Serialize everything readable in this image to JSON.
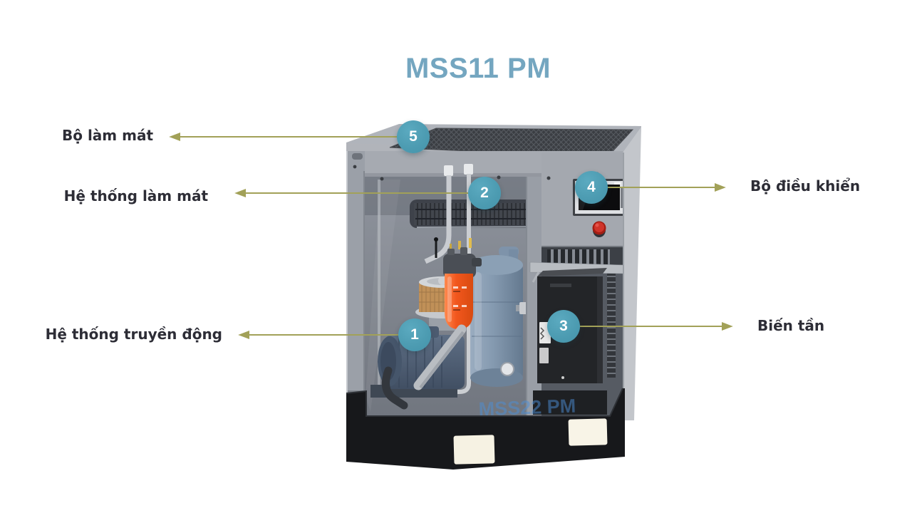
{
  "page": {
    "title": "MSS11 PM",
    "background": "#FFFFFF"
  },
  "diagram": {
    "product_watermark": "MSS22 PM",
    "callouts": [
      {
        "number": "1",
        "label": "Hệ thống truyền động",
        "side": "left",
        "points_to": "drive-motor"
      },
      {
        "number": "2",
        "label": "Hệ thống làm mát",
        "side": "left",
        "points_to": "cooling-fan-coil"
      },
      {
        "number": "3",
        "label": "Biến tần",
        "side": "right",
        "points_to": "inverter-unit"
      },
      {
        "number": "4",
        "label": "Bộ điều khiển",
        "side": "right",
        "points_to": "hmi-display"
      },
      {
        "number": "5",
        "label": "Bộ làm mát",
        "side": "left",
        "points_to": "top-vent-grid"
      }
    ],
    "colors": {
      "title": "#74A6C0",
      "badge": "#4D9CB2",
      "line": "#A2A158",
      "label_text": "#2D2D36",
      "accent_orange": "#EE5A24",
      "tank_blue": "#7D92A9",
      "base_black": "#17181B"
    }
  }
}
